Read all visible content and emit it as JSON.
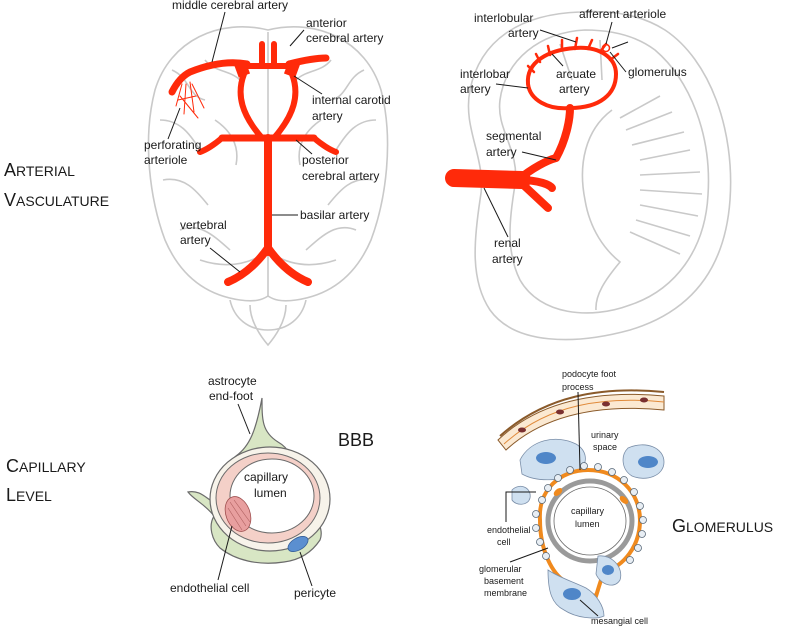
{
  "row_labels": {
    "arterial": {
      "line1_cap": "A",
      "line1_rest": "RTERIAL",
      "line2_cap": "V",
      "line2_rest": "ASCULATURE"
    },
    "capillary": {
      "line1_cap": "C",
      "line1_rest": "APILLARY",
      "line2_cap": "L",
      "line2_rest": "EVEL"
    }
  },
  "brain": {
    "middle_cerebral": "middle cerebral artery",
    "anterior_cerebral_1": "anterior",
    "anterior_cerebral_2": "cerebral artery",
    "internal_carotid_1": "internal carotid",
    "internal_carotid_2": "artery",
    "perforating_1": "perforating",
    "perforating_2": "arteriole",
    "posterior_cerebral_1": "posterior",
    "posterior_cerebral_2": "cerebral artery",
    "basilar": "basilar artery",
    "vertebral_1": "vertebral",
    "vertebral_2": "artery"
  },
  "kidney": {
    "interlobular_1": "interlobular",
    "interlobular_2": "artery",
    "afferent": "afferent arteriole",
    "glomerulus": "glomerulus",
    "interlobar_1": "interlobar",
    "interlobar_2": "artery",
    "arcuate_1": "arcuate",
    "arcuate_2": "artery",
    "segmental_1": "segmental",
    "segmental_2": "artery",
    "renal_1": "renal",
    "renal_2": "artery"
  },
  "bbb": {
    "title": "BBB",
    "astrocyte_1": "astrocyte",
    "astrocyte_2": "end-foot",
    "lumen_1": "capillary",
    "lumen_2": "lumen",
    "endothelial": "endothelial cell",
    "pericyte": "pericyte"
  },
  "glomerulus_panel": {
    "title_cap": "G",
    "title_rest": "LOMERULUS",
    "podocyte_1": "podocyte foot",
    "podocyte_2": "process",
    "urinary_1": "urinary",
    "urinary_2": "space",
    "lumen_1": "capillary",
    "lumen_2": "lumen",
    "endothelial_1": "endothelial",
    "endothelial_2": "cell",
    "gbm_1": "glomerular",
    "gbm_2": "basement",
    "gbm_3": "membrane",
    "mesangial": "mesangial cell"
  },
  "colors": {
    "artery": "#ff2a0a",
    "outline": "#c9c9c9",
    "astrocyte": "#d8e6c4",
    "endothelium": "#f4d0c8",
    "pericyte": "#5b8fd0",
    "gbm": "#f08a1e",
    "podocyte": "#cfe0f0"
  }
}
